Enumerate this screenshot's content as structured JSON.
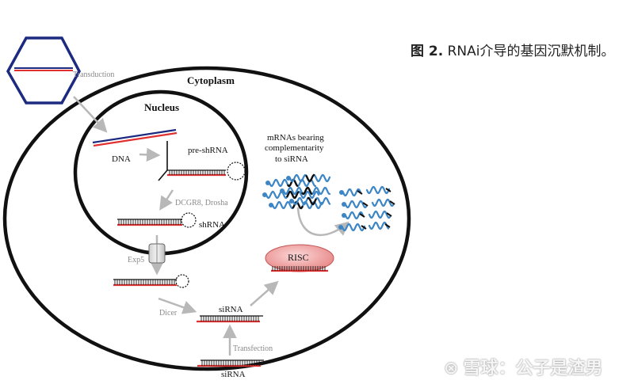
{
  "figure": {
    "caption_number": "图 2.",
    "caption_text": " RNAi介导的基因沉默机制。"
  },
  "labels": {
    "transduction": "Transduction",
    "cytoplasm": "Cytoplasm",
    "nucleus": "Nucleus",
    "dna": "DNA",
    "pre_shrna": "pre-shRNA",
    "dcgr8": "DCGR8, Drosha",
    "shrna": "shRNA",
    "exp5": "Exp5",
    "dicer": "Dicer",
    "sirna_mid": "siRNA",
    "sirna_bottom": "siRNA",
    "transfection": "Transfection",
    "risc": "RISC",
    "mrna_line1": "mRNAs bearing",
    "mrna_line2": "complementarity",
    "mrna_line3": "to siRNA"
  },
  "watermark": {
    "logo": "⊗",
    "text": "雪球：公子是渣男"
  },
  "colors": {
    "strand_red": "#e03030",
    "strand_blue": "#1c2a80",
    "mrna_blue": "#3d86c6",
    "arrow_grey": "#b8b8b8",
    "risc_fill": "#f1a3a3",
    "outline": "#111111"
  }
}
